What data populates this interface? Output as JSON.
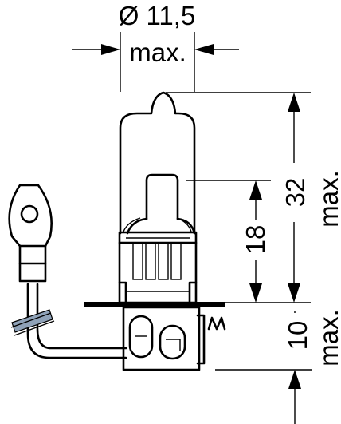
{
  "dimensions": {
    "diameter": {
      "value": "Ø 11,5",
      "qualifier": "max."
    },
    "overall_height": {
      "value": "32",
      "qualifier": "max."
    },
    "filament_height": {
      "value": "18"
    },
    "base_height": {
      "value": "10",
      "qualifier": "max."
    }
  },
  "colors": {
    "line": "#000000",
    "background": "#ffffff",
    "wire_sleeve": "#8fa2b8"
  }
}
